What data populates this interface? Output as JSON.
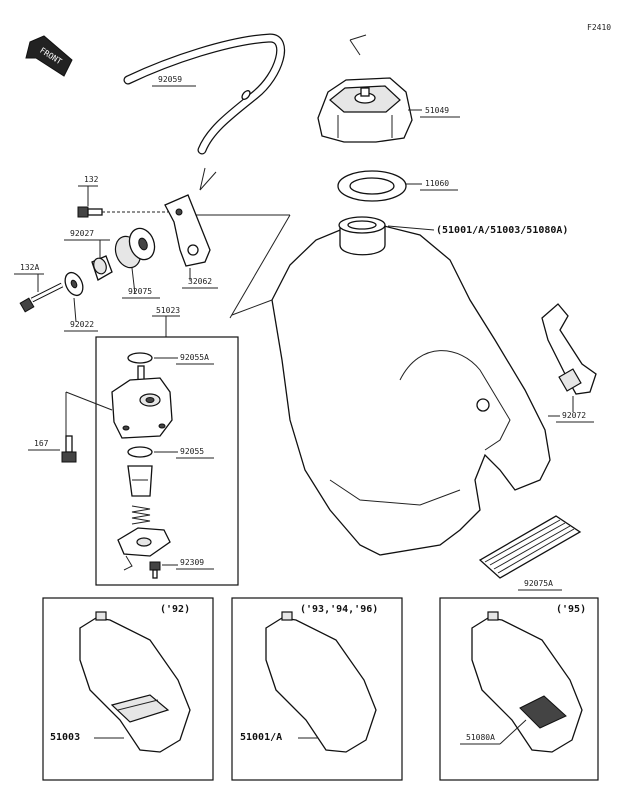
{
  "figure_code": "F2410",
  "front_arrow_text": "FRONT",
  "labels": {
    "hose": "92059",
    "cap": "51049",
    "gasket": "11060",
    "tank": "(51001/A/51003/51080A)",
    "bolt_132": "132",
    "collar": "92027",
    "bolt_132a": "132A",
    "washer": "92022",
    "damper": "92075",
    "bracket": "32062",
    "cock_assy": "51023",
    "oring_top": "92055A",
    "bolt_167": "167",
    "oring_bottom": "92055",
    "screw": "92309",
    "strap": "92072",
    "pad": "92075A"
  },
  "variants": [
    {
      "years": "('92)",
      "part": "51003"
    },
    {
      "years": "('93,'94,'96)",
      "part": "51001/A"
    },
    {
      "years": "('95)",
      "part": "51080A"
    }
  ]
}
